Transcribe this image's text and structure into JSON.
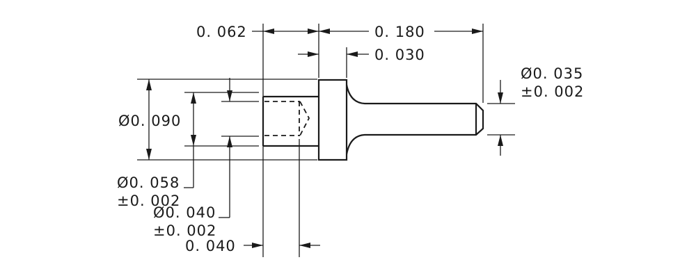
{
  "dimensions": {
    "overall_length": "0. 180",
    "flange_offset": "0. 062",
    "flange_thickness": "0. 030",
    "flange_diameter": "Ø0. 090",
    "pin_diameter": "Ø0. 035",
    "pin_tolerance": "±0. 002",
    "bore_diameter": "Ø0. 058",
    "bore_diameter_tolerance": "±0. 002",
    "hole_diameter": "Ø0. 040",
    "hole_diameter_tolerance": "±0. 002",
    "hole_depth": "0. 040"
  }
}
